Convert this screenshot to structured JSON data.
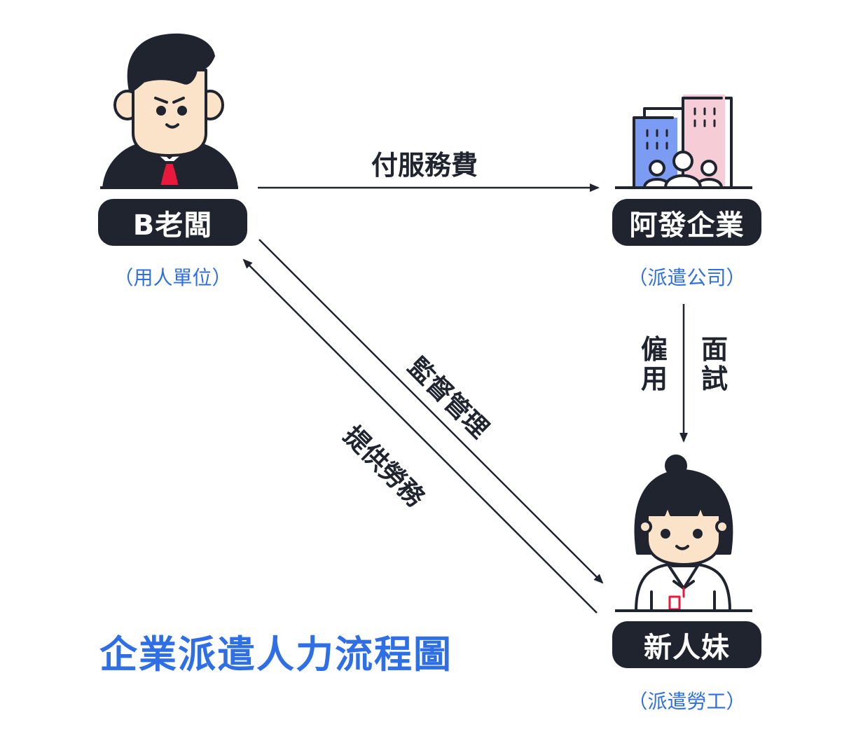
{
  "nodes": {
    "boss": {
      "label": "B老闆",
      "sublabel": "（用人單位）"
    },
    "agency": {
      "label": "阿發企業",
      "sublabel": "（派遣公司）"
    },
    "worker": {
      "label": "新人妹",
      "sublabel": "（派遣勞工）"
    }
  },
  "edges": {
    "service_fee": "付服務費",
    "employ": "僱用",
    "interview": "面試",
    "supervise": "監督管理",
    "provide_labor": "提供勞務"
  },
  "title": "企業派遣人力流程圖",
  "colors": {
    "dark": "#20242f",
    "accent_blue": "#2f6fe6",
    "tie_red": "#e8193c",
    "building_blue": "#7b9cf2",
    "building_pink": "#f6cdd6",
    "skin": "#fbe3c9"
  }
}
